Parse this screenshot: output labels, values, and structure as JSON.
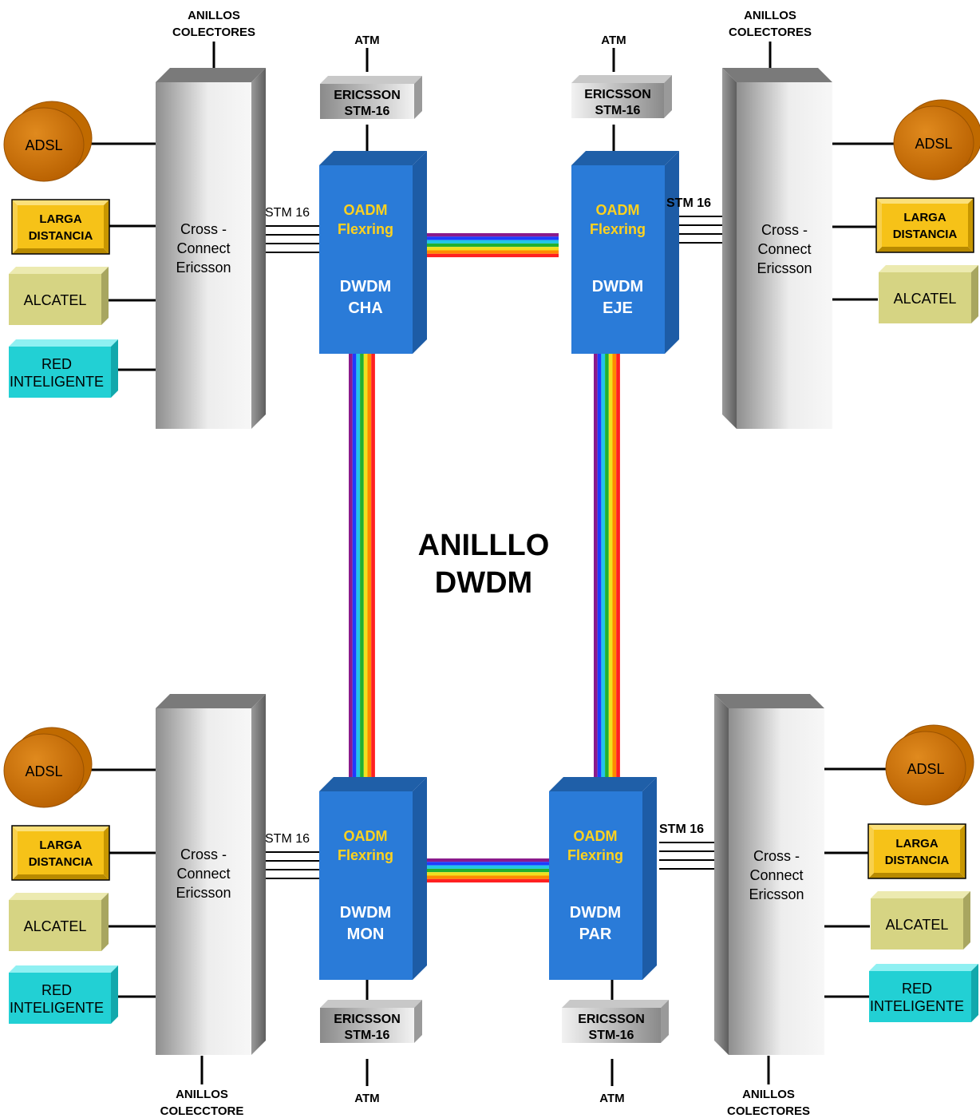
{
  "center_title": [
    "ANILLLO",
    "DWDM"
  ],
  "colors": {
    "dwdm_front": "#2A7BD8",
    "dwdm_top": "#1F5FA8",
    "dwdm_side": "#1D5CA6",
    "oadm_text": "#FFD21E",
    "adsl": "#D07A10",
    "larga": "#F6C218",
    "alcatel": "#D6D483",
    "red_int": "#22D0D4",
    "rainbow": [
      "#8B1A8B",
      "#1E3CFF",
      "#22C5E8",
      "#22B030",
      "#F0E020",
      "#FF8A00",
      "#FF2020"
    ]
  },
  "nodes": {
    "top_left": {
      "collector_label": [
        "ANILLOS",
        "COLECTORES"
      ],
      "cross_connect": [
        "Cross -",
        "Connect",
        "Ericsson"
      ],
      "atm_label": "ATM",
      "ericsson": [
        "ERICSSON",
        "STM-16"
      ],
      "oadm": [
        "OADM",
        "Flexring"
      ],
      "dwdm": [
        "DWDM",
        "CHA"
      ],
      "stm_label": "STM 16",
      "adsl": "ADSL",
      "larga": [
        "LARGA",
        "DISTANCIA"
      ],
      "alcatel": "ALCATEL",
      "red": [
        "RED",
        "INTELIGENTE"
      ]
    },
    "top_right": {
      "collector_label": [
        "ANILLOS",
        "COLECTORES"
      ],
      "cross_connect": [
        "Cross -",
        "Connect",
        "Ericsson"
      ],
      "atm_label": "ATM",
      "ericsson": [
        "ERICSSON",
        "STM-16"
      ],
      "oadm": [
        "OADM",
        "Flexring"
      ],
      "dwdm": [
        "DWDM",
        "EJE"
      ],
      "stm_label": "STM 16",
      "adsl": "ADSL",
      "larga": [
        "LARGA",
        "DISTANCIA"
      ],
      "alcatel": "ALCATEL"
    },
    "bottom_left": {
      "collector_label": [
        "ANILLOS",
        "COLECCTORE"
      ],
      "cross_connect": [
        "Cross -",
        "Connect",
        "Ericsson"
      ],
      "atm_label": "ATM",
      "ericsson": [
        "ERICSSON",
        "STM-16"
      ],
      "oadm": [
        "OADM",
        "Flexring"
      ],
      "dwdm": [
        "DWDM",
        "MON"
      ],
      "stm_label": "STM 16",
      "adsl": "ADSL",
      "larga": [
        "LARGA",
        "DISTANCIA"
      ],
      "alcatel": "ALCATEL",
      "red": [
        "RED",
        "INTELIGENTE"
      ]
    },
    "bottom_right": {
      "collector_label": [
        "ANILLOS",
        "COLECTORES"
      ],
      "cross_connect": [
        "Cross -",
        "Connect",
        "Ericsson"
      ],
      "atm_label": "ATM",
      "ericsson": [
        "ERICSSON",
        "STM-16"
      ],
      "oadm": [
        "OADM",
        "Flexring"
      ],
      "dwdm": [
        "DWDM",
        "PAR"
      ],
      "stm_label": "STM 16",
      "adsl": "ADSL",
      "larga": [
        "LARGA",
        "DISTANCIA"
      ],
      "alcatel": "ALCATEL",
      "red": [
        "RED",
        "INTELIGENTE"
      ]
    }
  }
}
